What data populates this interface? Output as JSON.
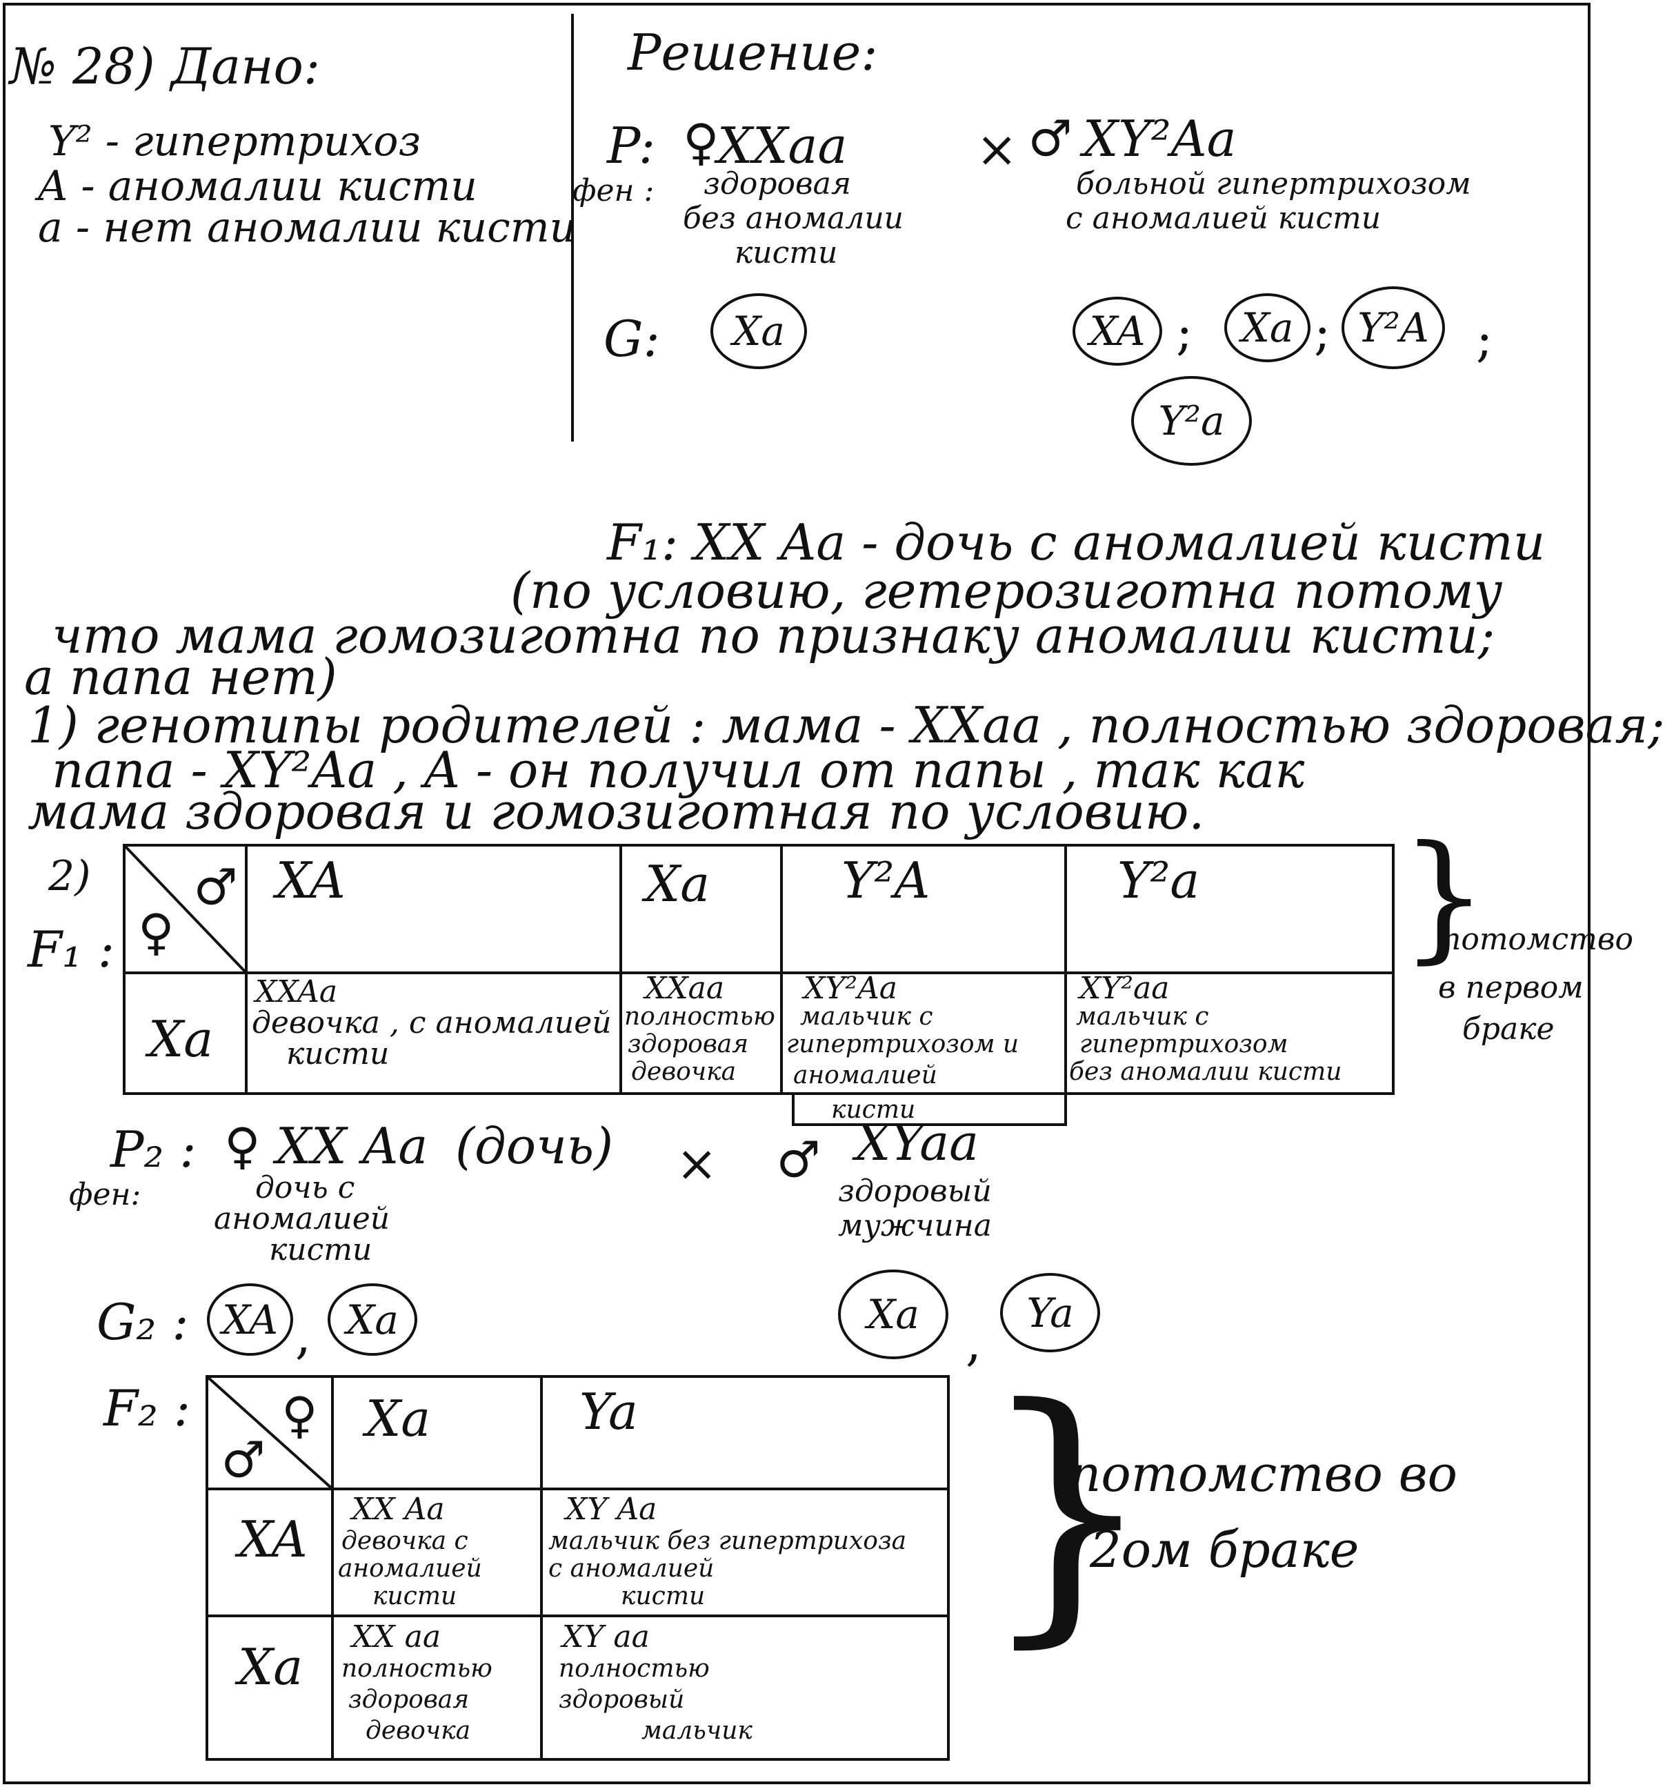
{
  "given": {
    "title": "№ 28) Дано:",
    "lines": [
      "Y² - гипертрихоз",
      "A - аномалии кисти",
      "a - нет аномалии кисти"
    ]
  },
  "solution": {
    "title": "Решение:",
    "p_label": "P:",
    "female_sym": "♀",
    "female_genotype": "XXaa",
    "cross": "×",
    "male_sym": "♂",
    "male_genotype": "XY²Aa",
    "phen_label": "фен :",
    "female_phen": [
      "здоровая",
      "без аномалии",
      "кисти"
    ],
    "male_phen": [
      "больной гипертрихозом",
      "с аномалией кисти"
    ],
    "g_label": "G:",
    "female_gamete": "Xa",
    "male_gametes": [
      "XA",
      "Xa",
      "Y²A",
      "Y²a"
    ],
    "sep": ";"
  },
  "f1_text": {
    "line1": "F₁:  XX Aa  - дочь с аномалией кисти",
    "line2": "(по условию, гетерозиготна потому",
    "line3": "что мама гомозиготна по признаку аномалии кисти;",
    "line4": "а папа нет)",
    "line5": "1) генотипы родителей : мама - XXaa , полностью здоровая;",
    "line6": "папа - XY²Aa , A - он получил от папы , так как",
    "line7": "мама здоровая и гомозиготная по условию."
  },
  "table1": {
    "row_label": "2)",
    "f_label": "F₁ :",
    "corner_male": "♂",
    "corner_female": "♀",
    "cols": [
      "XA",
      "Xa",
      "Y²A",
      "Y²a"
    ],
    "row_gamete": "Xa",
    "cells": [
      [
        "XXAa",
        "девочка , с аномалией",
        "кисти"
      ],
      [
        "XXaa",
        "полностью",
        "здоровая",
        "девочка"
      ],
      [
        "XY²Aa",
        "мальчик с",
        "гипертрихозом и",
        "аномалией",
        "кисти"
      ],
      [
        "XY²aa",
        "мальчик с",
        "гипертрихозом",
        "без аномалии кисти"
      ]
    ],
    "note": [
      "потомство",
      "в первом",
      "браке"
    ]
  },
  "p2": {
    "label": "P₂ :",
    "female_sym": "♀",
    "female_genotype": "XX Aa",
    "female_note": "(дочь)",
    "cross": "×",
    "male_sym": "♂",
    "male_genotype": "XYaa",
    "phen_label": "фен:",
    "female_phen": [
      "дочь с",
      "аномалией",
      "кисти"
    ],
    "male_phen": [
      "здоровый",
      "мужчина"
    ],
    "g_label": "G₂ :",
    "female_gametes": [
      "XA",
      "Xa"
    ],
    "male_gametes": [
      "Xa",
      "Ya"
    ],
    "comma": ","
  },
  "table2": {
    "f_label": "F₂ :",
    "corner_female": "♀",
    "corner_male": "♂",
    "cols": [
      "Xa",
      "Ya"
    ],
    "rows": [
      "XA",
      "Xa"
    ],
    "cells": [
      [
        [
          "XX Aa",
          "девочка с",
          "аномалией",
          "кисти"
        ],
        [
          "XY Aa",
          "мальчик без гипертрихоза",
          "с аномалией",
          "кисти"
        ]
      ],
      [
        [
          "XX aa",
          "полностью",
          "здоровая",
          "девочка"
        ],
        [
          "XY aa",
          "полностью",
          "здоровый",
          "мальчик"
        ]
      ]
    ],
    "note": [
      "потомство во",
      "2ом браке"
    ]
  },
  "colors": {
    "ink": "#111111",
    "paper": "#ffffff"
  }
}
